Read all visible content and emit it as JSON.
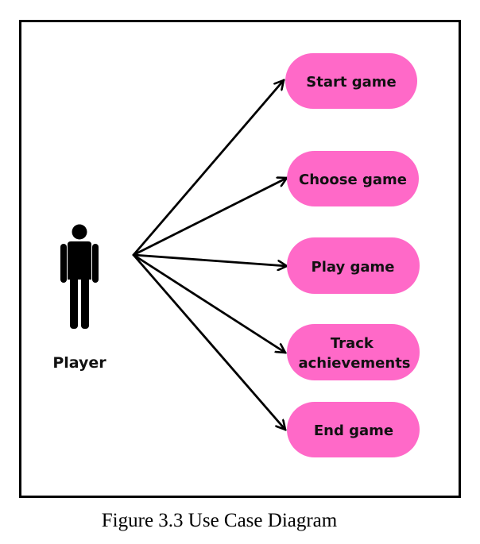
{
  "diagram": {
    "actor": {
      "label": "Player",
      "icon": "person-icon"
    },
    "use_cases": [
      {
        "id": "start",
        "label_lines": [
          "Start game"
        ]
      },
      {
        "id": "choose",
        "label_lines": [
          "Choose game"
        ]
      },
      {
        "id": "play",
        "label_lines": [
          "Play game"
        ]
      },
      {
        "id": "track",
        "label_lines": [
          "Track",
          "achievements"
        ]
      },
      {
        "id": "end",
        "label_lines": [
          "End game"
        ]
      }
    ],
    "colors": {
      "use_case_fill": "#ff69c8",
      "line": "#000000",
      "text": "#111111"
    }
  },
  "caption": "Figure 3.3 Use Case Diagram"
}
